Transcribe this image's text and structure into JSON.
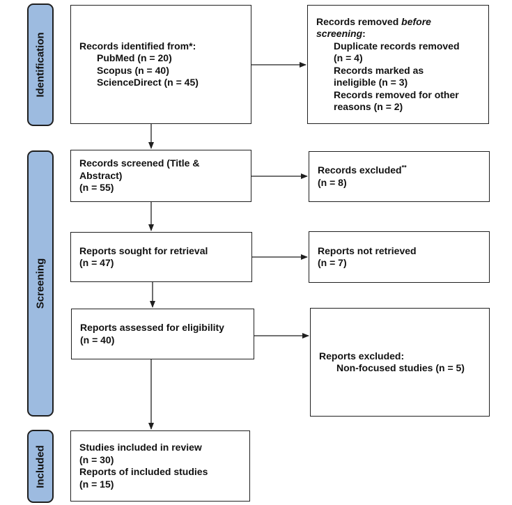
{
  "phases": {
    "identification": "Identification",
    "screening": "Screening",
    "included": "Included"
  },
  "identified": {
    "heading": "Records identified from*:",
    "sources": [
      "PubMed (n = 20)",
      "Scopus (n = 40)",
      "ScienceDirect (n = 45)"
    ]
  },
  "removed": {
    "heading_prefix": "Records removed ",
    "heading_italic": "before screening",
    "heading_suffix": ":",
    "items": [
      [
        "Duplicate records removed",
        "(n = 4)"
      ],
      [
        "Records marked as",
        "ineligible (n = 3)"
      ],
      [
        "Records removed for other",
        "reasons (n = 2)"
      ]
    ]
  },
  "screened": {
    "lines": [
      "Records screened (Title &",
      "Abstract)",
      "(n = 55)"
    ]
  },
  "excluded": {
    "title": "Records excluded",
    "marker": "**",
    "count": "(n = 8)"
  },
  "sought": {
    "title": "Reports sought for retrieval",
    "count": "(n = 47)"
  },
  "not_retrieved": {
    "title": "Reports not retrieved",
    "count": "(n = 7)"
  },
  "assessed": {
    "title": "Reports assessed for eligibility",
    "count": "(n = 40)"
  },
  "reports_excluded": {
    "title": "Reports excluded:",
    "reason": "Non-focused studies (n = 5)"
  },
  "included": {
    "lines": [
      "Studies included in review",
      "(n = 30)",
      "Reports of included studies",
      "(n = 15)"
    ]
  }
}
